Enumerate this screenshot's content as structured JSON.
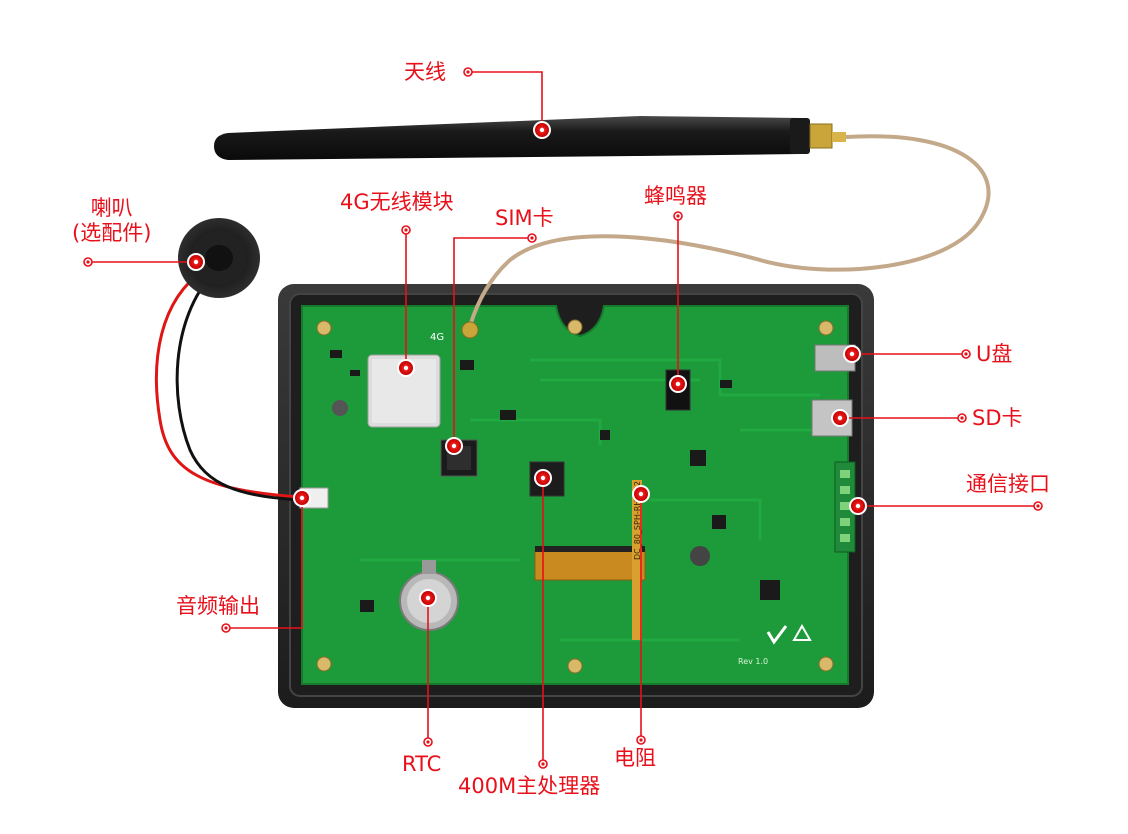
{
  "accent_color": "#e8101a",
  "board_color": "#1d9a3a",
  "case_color": "#262626",
  "labels": {
    "antenna": "天线",
    "module_4g": "4G无线模块",
    "sim": "SIM卡",
    "buzzer": "蜂鸣器",
    "speaker_line1": "喇叭",
    "speaker_line2": "(选配件)",
    "udisk": "U盘",
    "sd": "SD卡",
    "comm": "通信接口",
    "audio": "音频输出",
    "rtc": "RTC",
    "cpu": "400M主处理器",
    "resistor": "电阻"
  },
  "board_text": {
    "rev": "Rev 1.0",
    "ribbon": "DC_80_SPH-RH_L02",
    "chip_4g": "4G"
  }
}
